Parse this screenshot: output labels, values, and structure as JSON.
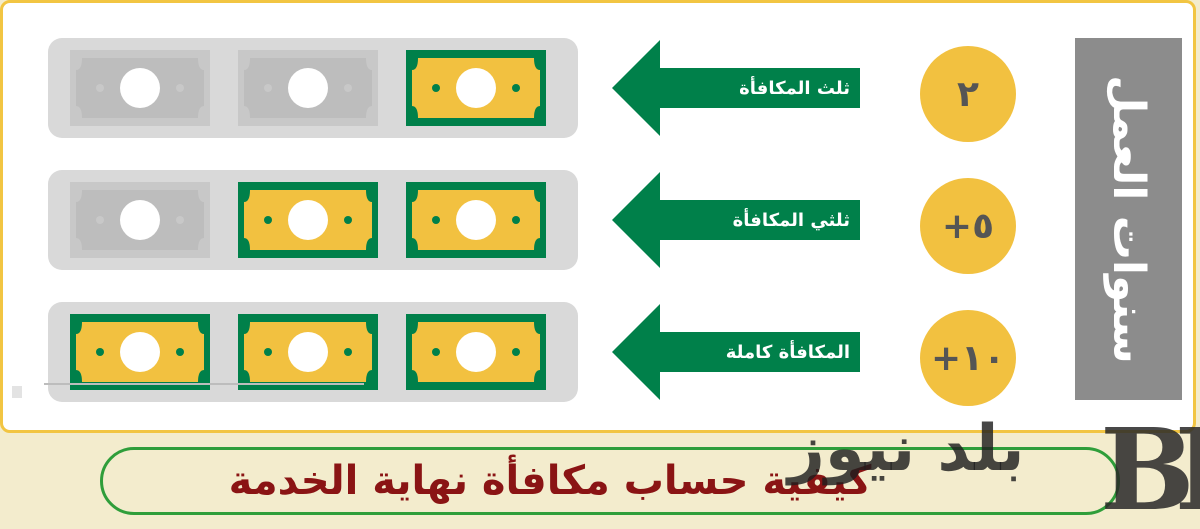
{
  "sidebar_label": "سنوات العمل",
  "rows": [
    {
      "years": "٢",
      "label": "ثلث المكافأة",
      "bills_filled": 1,
      "bills_total": 3
    },
    {
      "years": "+٥",
      "label": "ثلثي المكافأة",
      "bills_filled": 2,
      "bills_total": 3
    },
    {
      "years": "+١٠",
      "label": "المكافأة كاملة",
      "bills_filled": 3,
      "bills_total": 3
    }
  ],
  "banner_title": "كيفية حساب مكافأة نهاية الخدمة",
  "watermark": {
    "text": "بلد نيوز",
    "logo": "BB"
  },
  "colors": {
    "green": "#00804a",
    "gold": "#f2c140",
    "gray": "#8c8c8c",
    "bill_gray": "#c8c8c8",
    "border": "#f2c542",
    "title": "#8a1414"
  }
}
